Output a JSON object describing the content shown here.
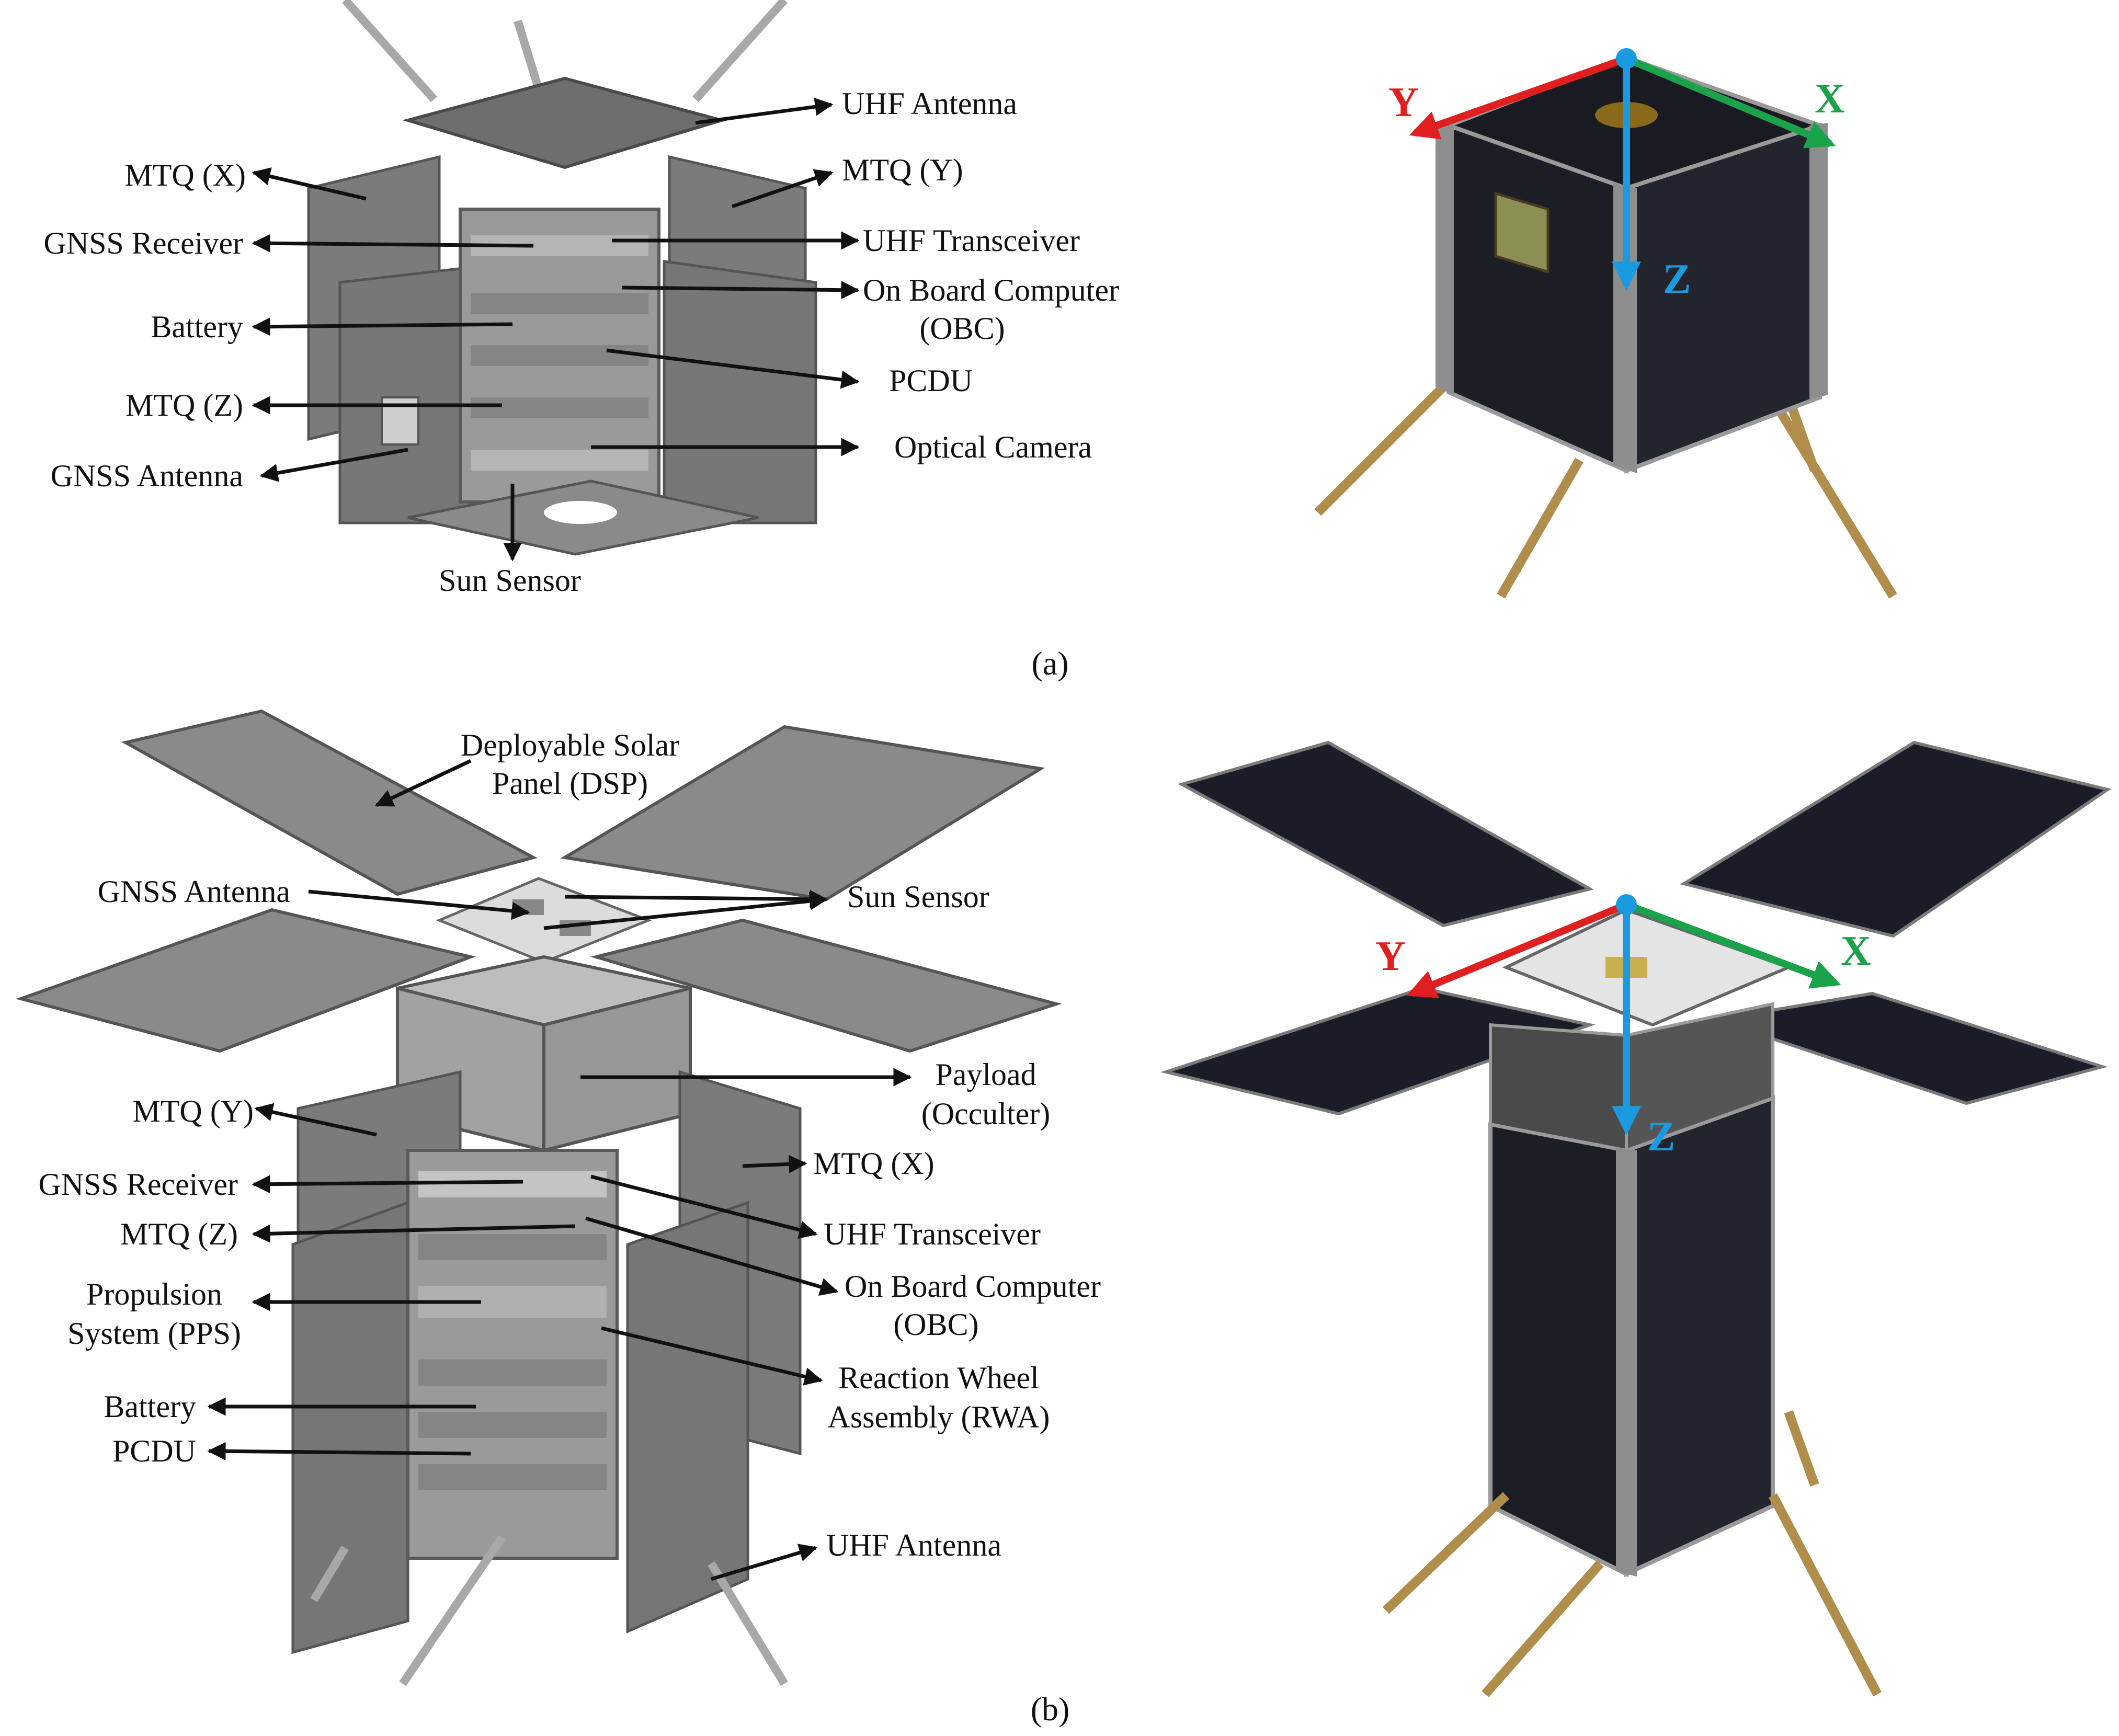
{
  "panel_a": {
    "caption": "(a)",
    "labels_left": [
      "MTQ (X)",
      "GNSS Receiver",
      "Battery",
      "MTQ (Z)",
      "GNSS Antenna"
    ],
    "labels_right": [
      "UHF Antenna",
      "MTQ (Y)",
      "UHF Transceiver",
      "On Board Computer",
      "(OBC)",
      "PCDU",
      "Optical Camera"
    ],
    "label_bottom": "Sun Sensor",
    "axes": {
      "x": "X",
      "y": "Y",
      "z": "Z"
    }
  },
  "panel_b": {
    "caption": "(b)",
    "labels_top": [
      "Deployable Solar",
      "Panel (DSP)"
    ],
    "labels_left": [
      "GNSS Antenna",
      "MTQ (Y)",
      "GNSS Receiver",
      "MTQ (Z)",
      "Propulsion",
      "System (PPS)",
      "Battery",
      "PCDU"
    ],
    "labels_right": [
      "Sun Sensor",
      "Payload",
      "(Occulter)",
      "MTQ (X)",
      "UHF Transceiver",
      "On Board Computer",
      "(OBC)",
      "Reaction Wheel",
      "Assembly (RWA)",
      "UHF Antenna"
    ],
    "axes": {
      "x": "X",
      "y": "Y",
      "z": "Z"
    }
  },
  "colors": {
    "x_axis": "#1aa34a",
    "y_axis": "#e02020",
    "z_axis": "#1a9be0",
    "rod": "#b08d4a",
    "panel_dark": "#1c1e26",
    "cad_gray": "#8e8e8e"
  }
}
